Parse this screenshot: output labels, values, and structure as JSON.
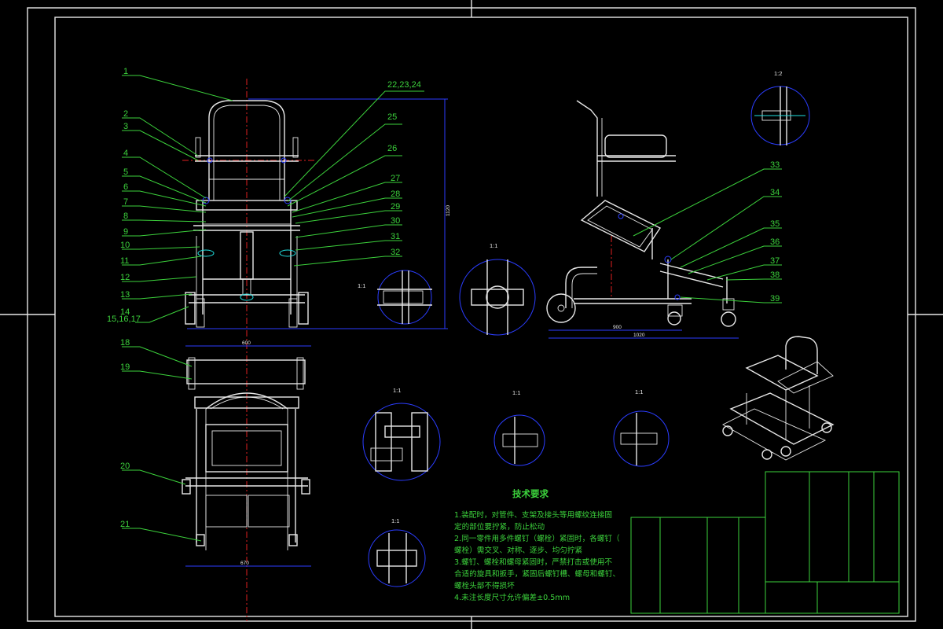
{
  "drawing": {
    "callouts_left": [
      "1",
      "2",
      "3",
      "4",
      "5",
      "6",
      "7",
      "8",
      "9",
      "10",
      "11",
      "12",
      "13",
      "14",
      "15,16,17",
      "18",
      "19",
      "20",
      "21"
    ],
    "callouts_right": [
      "22,23,24",
      "25",
      "26",
      "27",
      "28",
      "29",
      "30",
      "31",
      "32"
    ],
    "callouts_side": [
      "33",
      "34",
      "35",
      "36",
      "37",
      "38",
      "39"
    ],
    "detail_scales": [
      "1:2",
      "1:1",
      "1:1",
      "1:1",
      "1:1",
      "1:1",
      "1:1"
    ],
    "technical_requirements": {
      "title": "技术要求",
      "items": [
        "1.装配时，对管件、支架及接头等用螺纹连接固",
        "定的部位要拧紧，防止松动",
        "2.同一零件用多件螺钉（螺栓）紧固时，各螺钉（",
        "螺栓）需交叉、对称、逐步、均匀拧紧",
        "3.螺钉、螺栓和螺母紧固时，严禁打击或使用不",
        "合适的旋具和扳手，紧固后螺钉槽、螺母和螺钉、",
        "螺栓头部不得损坏",
        "4.未注长度尺寸允许偏差±0.5mm"
      ]
    }
  }
}
